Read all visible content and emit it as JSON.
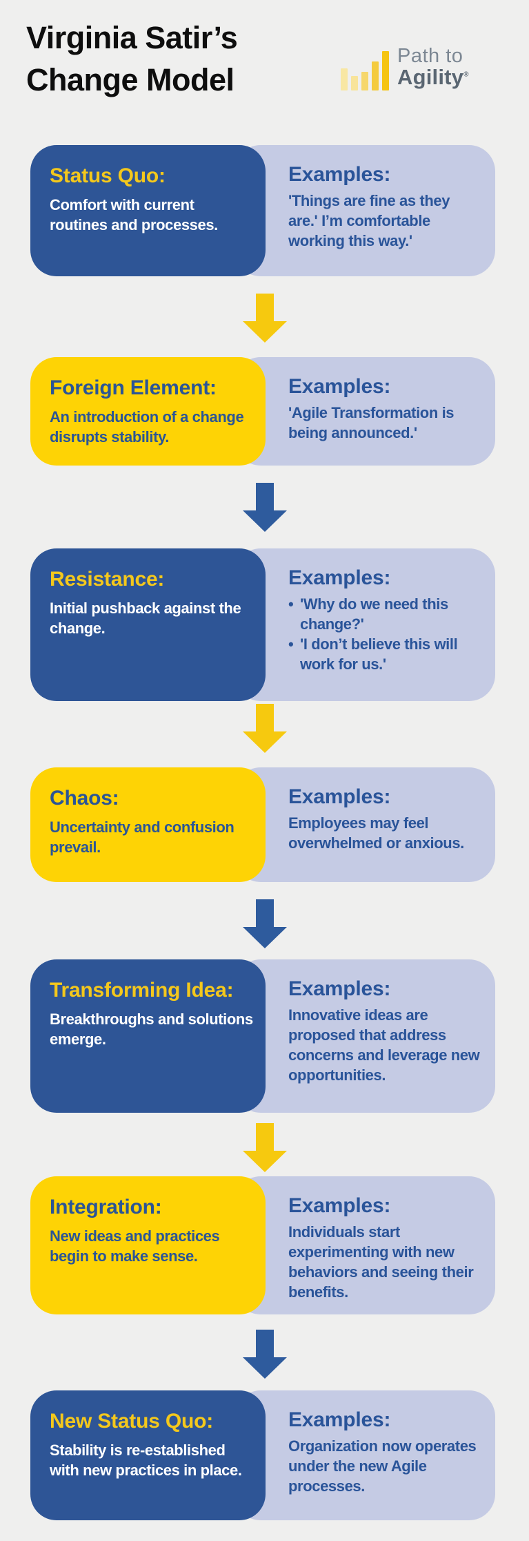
{
  "header": {
    "title_line1": "Virginia Satir’s",
    "title_line2": "Change Model"
  },
  "logo": {
    "text_top": "Path to",
    "text_bottom": "Agility",
    "registered_mark": "®",
    "bar_heights": [
      32,
      21,
      27,
      42,
      57
    ],
    "bar_colors": [
      "#F8E7A3",
      "#F8E49A",
      "#F6D76C",
      "#F4CB3D",
      "#F5C413"
    ]
  },
  "examples_label": "Examples:",
  "colors": {
    "background": "#EFEFEE",
    "stage_blue": "#2E5596",
    "stage_yellow": "#FED305",
    "examples_lavender": "#C5CBE4",
    "title_yellow": "#F4C81C",
    "text_blue": "#2A5499",
    "arrow_yellow": "#F6C90F",
    "arrow_blue": "#2E5B9D"
  },
  "stages": [
    {
      "name": "Status Quo:",
      "description": "Comfort with current routines and processes.",
      "variant": "blue",
      "examples": [
        "'Things are fine as they are.' I’m comfortable working this way.'"
      ],
      "bulleted": false,
      "arrow_after": "yellow"
    },
    {
      "name": "Foreign Element:",
      "description": "An introduction of a change disrupts stability.",
      "variant": "yellow",
      "examples": [
        "'Agile Transformation is being announced.'"
      ],
      "bulleted": false,
      "arrow_after": "blue"
    },
    {
      "name": "Resistance:",
      "description": "Initial pushback against the change.",
      "variant": "blue",
      "examples": [
        "'Why do we need this change?'",
        "'I don’t believe this will work for us.'"
      ],
      "bulleted": true,
      "arrow_after": "yellow"
    },
    {
      "name": "Chaos:",
      "description": "Uncertainty and confusion prevail.",
      "variant": "yellow",
      "examples": [
        "Employees may feel overwhelmed or anxious."
      ],
      "bulleted": false,
      "arrow_after": "blue"
    },
    {
      "name": "Transforming Idea:",
      "description": "Breakthroughs and solutions emerge.",
      "variant": "blue",
      "examples": [
        "Innovative ideas are proposed that address concerns and leverage new opportunities."
      ],
      "bulleted": false,
      "arrow_after": "yellow"
    },
    {
      "name": "Integration:",
      "description": "New ideas and practices begin to make sense.",
      "variant": "yellow",
      "examples": [
        "Individuals start experimenting with new behaviors and seeing their benefits."
      ],
      "bulleted": false,
      "arrow_after": "blue"
    },
    {
      "name": "New Status Quo:",
      "description": "Stability is re-established with new practices in place.",
      "variant": "blue",
      "examples": [
        "Organization now operates under the new Agile processes."
      ],
      "bulleted": false,
      "arrow_after": null
    }
  ]
}
